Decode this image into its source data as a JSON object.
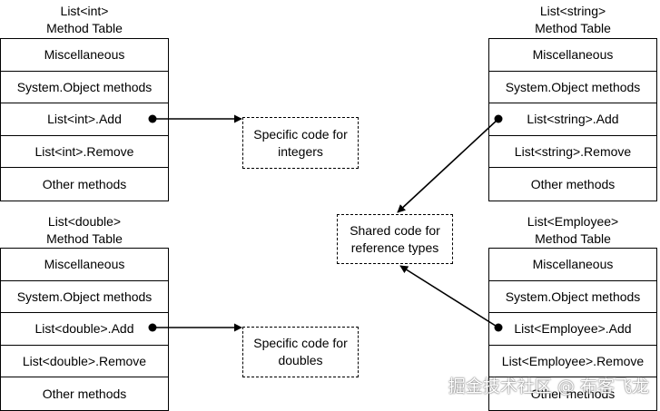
{
  "tables": {
    "int": {
      "title": [
        "List<int>",
        "Method Table"
      ],
      "rows": [
        "Miscellaneous",
        "System.Object methods",
        "List<int>.Add",
        "List<int>.Remove",
        "Other methods"
      ]
    },
    "double": {
      "title": [
        "List<double>",
        "Method Table"
      ],
      "rows": [
        "Miscellaneous",
        "System.Object methods",
        "List<double>.Add",
        "List<double>.Remove",
        "Other methods"
      ]
    },
    "string": {
      "title": [
        "List<string>",
        "Method Table"
      ],
      "rows": [
        "Miscellaneous",
        "System.Object methods",
        "List<string>.Add",
        "List<string>.Remove",
        "Other methods"
      ]
    },
    "employee": {
      "title": [
        "List<Employee>",
        "Method Table"
      ],
      "rows": [
        "Miscellaneous",
        "System.Object methods",
        "List<Employee>.Add",
        "List<Employee>.Remove",
        "Other methods"
      ]
    }
  },
  "code_boxes": {
    "integers": [
      "Specific code for",
      "integers"
    ],
    "doubles": [
      "Specific code for",
      "doubles"
    ],
    "shared": [
      "Shared code for",
      "reference types"
    ]
  },
  "watermark": "掘金技术社区 @ 布客飞龙"
}
